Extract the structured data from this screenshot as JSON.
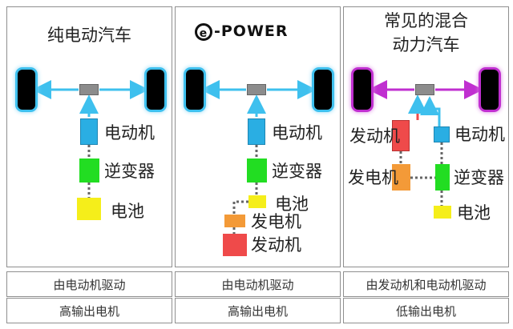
{
  "panels": [
    {
      "title": "纯电动汽车",
      "labels": {
        "motor": "电动机",
        "inverter": "逆变器",
        "battery": "电池"
      },
      "footer": {
        "drive": "由电动机驱动",
        "output": "高输出电机"
      }
    },
    {
      "logo": {
        "mark": "e",
        "text": "-POWER"
      },
      "labels": {
        "motor": "电动机",
        "inverter": "逆变器",
        "battery": "电池",
        "generator": "发电机",
        "engine": "发动机"
      },
      "footer": {
        "drive": "由电动机驱动",
        "output": "高输出电机"
      }
    },
    {
      "title_line1": "常见的混合",
      "title_line2": "动力汽车",
      "labels": {
        "engine": "发动机",
        "generator": "发电机",
        "motor": "电动机",
        "inverter": "逆变器",
        "battery": "电池"
      },
      "footer": {
        "drive": "由发动机和电动机驱动",
        "output": "低输出电机"
      }
    }
  ],
  "colors": {
    "axle_blue": "#3ec0ee",
    "axle_purple": "#c02fd0",
    "motor": "#2aaee3",
    "inverter": "#22dd22",
    "battery": "#f5ee1a",
    "generator": "#f39a38",
    "engine": "#ef4a4a"
  }
}
